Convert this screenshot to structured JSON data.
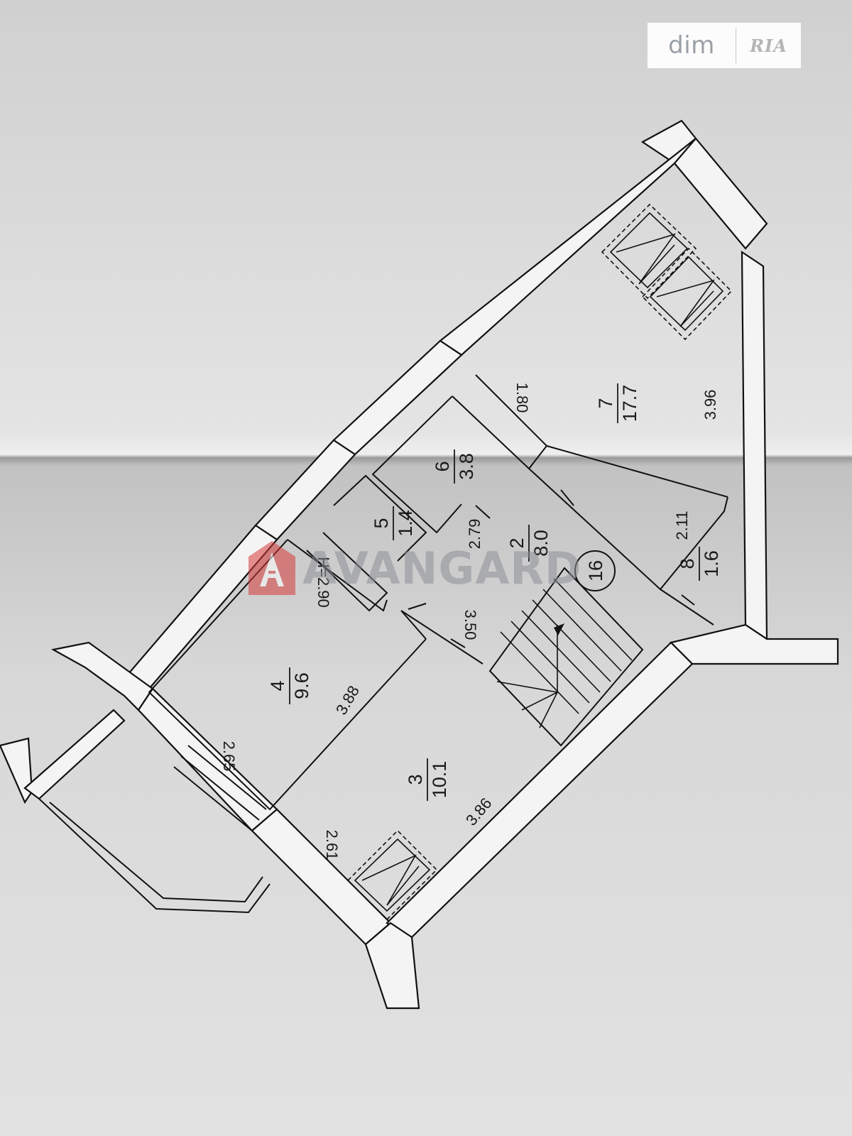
{
  "watermarks": {
    "dimria_left": "dim",
    "dimria_right": "RIA",
    "agency": "AVANGARD",
    "brand_red": "#d63a3a"
  },
  "apartment_number": "16",
  "rooms": [
    {
      "number": "2",
      "area": "8.0"
    },
    {
      "number": "3",
      "area": "10.1"
    },
    {
      "number": "4",
      "area": "9.6"
    },
    {
      "number": "5",
      "area": "1.4"
    },
    {
      "number": "6",
      "area": "3.8"
    },
    {
      "number": "7",
      "area": "17.7"
    },
    {
      "number": "8",
      "area": "1.6"
    }
  ],
  "dimensions": {
    "d180": "1.80",
    "d396": "3.96",
    "d211": "2.11",
    "d279": "2.79",
    "d290": "H=2.90",
    "d350": "3.50",
    "d388": "3.88",
    "d265": "2.65",
    "d261": "2.61",
    "d386": "3.86"
  }
}
